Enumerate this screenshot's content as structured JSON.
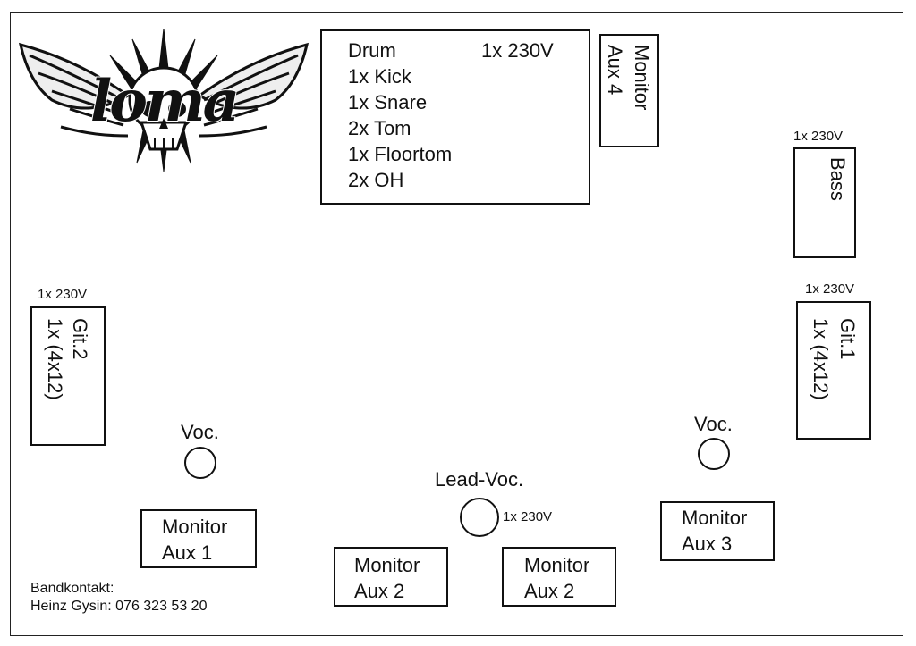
{
  "logo": {
    "text": "loma"
  },
  "drum_riser": {
    "title": "Drum",
    "power": "1x 230V",
    "items": [
      "1x Kick",
      "1x Snare",
      "2x Tom",
      "1x Floortom",
      "2x OH"
    ]
  },
  "monitor_aux4": {
    "line1": "Monitor",
    "line2": "Aux 4"
  },
  "bass": {
    "power": "1x 230V",
    "label": "Bass"
  },
  "git2": {
    "power": "1x 230V",
    "line1": "Git.2",
    "line2": "1x (4x12)"
  },
  "git1": {
    "power": "1x 230V",
    "line1": "Git.1",
    "line2": "1x (4x12)"
  },
  "voc_left": {
    "label": "Voc."
  },
  "voc_right": {
    "label": "Voc."
  },
  "lead_voc": {
    "label": "Lead-Voc.",
    "power": "1x 230V"
  },
  "monitors": [
    {
      "line1": "Monitor",
      "line2": "Aux 1"
    },
    {
      "line1": "Monitor",
      "line2": "Aux 2"
    },
    {
      "line1": "Monitor",
      "line2": "Aux 2"
    },
    {
      "line1": "Monitor",
      "line2": "Aux 3"
    }
  ],
  "contact": {
    "line1": "Bandkontakt:",
    "line2": "Heinz Gysin: 076 323 53 20"
  }
}
